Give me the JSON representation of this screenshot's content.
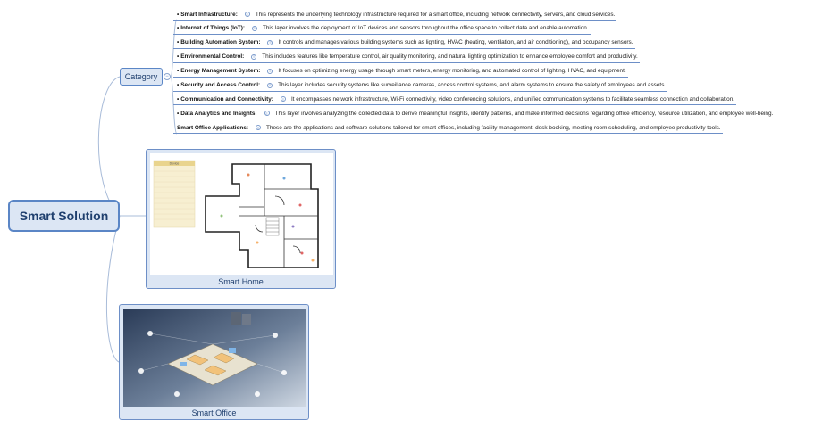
{
  "root": {
    "label": "Smart Solution"
  },
  "category": {
    "label": "Category",
    "items": [
      {
        "title": "Smart Infrastructure:",
        "desc": "This represents the underlying technology infrastructure required for a smart office, including network connectivity, servers, and cloud services.",
        "bullet": true
      },
      {
        "title": "Internet of Things (IoT):",
        "desc": "This layer involves the deployment of IoT devices and sensors throughout the office space to collect data and enable automation.",
        "bullet": true
      },
      {
        "title": "Building Automation System:",
        "desc": "It controls and manages various building systems such as lighting, HVAC (heating, ventilation, and air conditioning), and occupancy sensors.",
        "bullet": true
      },
      {
        "title": "Environmental Control:",
        "desc": "This includes features like temperature control, air quality monitoring, and natural lighting optimization to enhance employee comfort and productivity.",
        "bullet": true
      },
      {
        "title": "Energy Management System:",
        "desc": "It focuses on optimizing energy usage through smart meters, energy monitoring, and automated control of lighting, HVAC, and equipment.",
        "bullet": true
      },
      {
        "title": "Security and Access Control:",
        "desc": "This layer includes security systems like surveillance cameras, access control systems, and alarm systems to ensure the safety of employees and assets.",
        "bullet": true
      },
      {
        "title": "Communication and Connectivity:",
        "desc": "It encompasses network infrastructure, Wi-Fi connectivity, video conferencing solutions, and unified communication systems to facilitate seamless connection and collaboration.",
        "bullet": true
      },
      {
        "title": "Data Analytics and Insights:",
        "desc": "This layer involves analyzing the collected data to derive meaningful insights, identify patterns, and make informed decisions regarding office efficiency, resource utilization, and employee well-being.",
        "bullet": true
      },
      {
        "title": "Smart Office Applications:",
        "desc": "These are the applications and software solutions tailored for smart offices, including facility management, desk booking, meeting room scheduling, and employee productivity tools.",
        "bullet": false
      }
    ]
  },
  "smart_home": {
    "caption": "Smart Home",
    "legend_header": "Device"
  },
  "smart_office": {
    "caption": "Smart Office"
  },
  "colors": {
    "node_fill": "#dce6f4",
    "node_border": "#5b86c6",
    "text_dark": "#1f3f6e",
    "connector": "#a9bcd9"
  },
  "icons": {
    "note": "note-circle-icon",
    "collapse": "collapse-minus-icon"
  }
}
